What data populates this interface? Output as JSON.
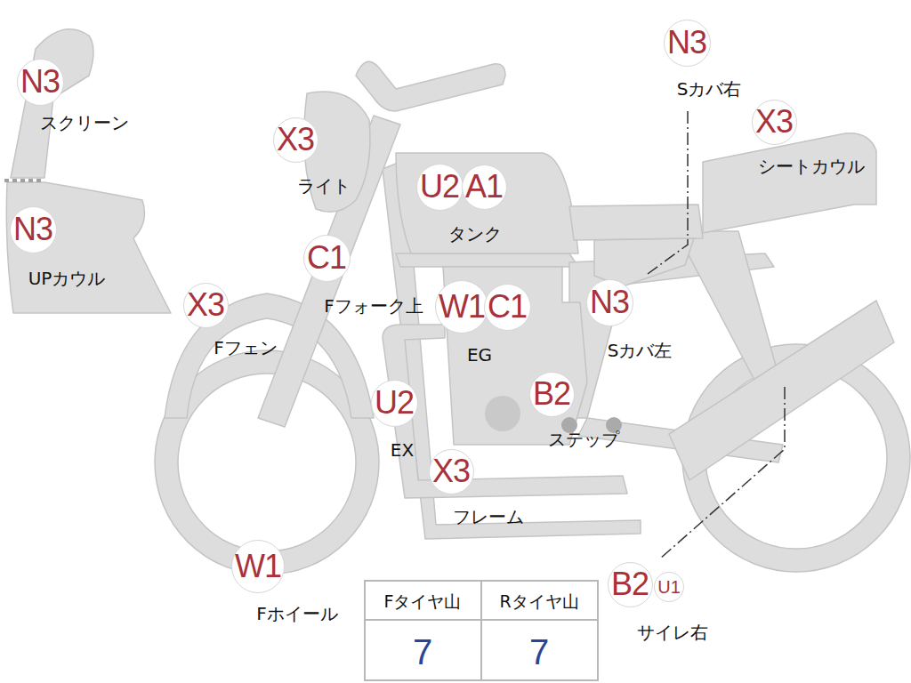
{
  "diagram": {
    "nodes": [
      {
        "text": [
          "N3"
        ]
      },
      {
        "text": [
          "N3"
        ]
      },
      {
        "text": [
          "X3"
        ]
      },
      {
        "text": [
          "X3"
        ]
      },
      {
        "text": [
          "U2"
        ]
      },
      {
        "text": [
          "A1"
        ]
      },
      {
        "text": [
          "N3"
        ]
      },
      {
        "text": [
          "C1"
        ]
      },
      {
        "text": [
          "X3"
        ]
      },
      {
        "text": [
          "W1"
        ]
      },
      {
        "text": [
          "C1"
        ]
      },
      {
        "text": [
          "N3"
        ]
      },
      {
        "text": [
          "B2"
        ]
      },
      {
        "text": [
          "U2"
        ]
      },
      {
        "text": [
          "X3"
        ]
      },
      {
        "text": [
          "W1"
        ]
      },
      {
        "text": [
          "B2"
        ]
      },
      {
        "text": [
          "U1"
        ]
      }
    ],
    "labels": [
      "Sカバ右",
      "スクリーン",
      "シートカウル",
      "ライト",
      "タンク",
      "UPカウル",
      "Fフォーク上",
      "Fフェン",
      "Sカバ左",
      "EG",
      "ステップ",
      "EX",
      "フレーム",
      "Fホイール",
      "Fタイヤ山",
      "Rタイヤ山",
      "7",
      "7",
      "サイレ右"
    ]
  }
}
